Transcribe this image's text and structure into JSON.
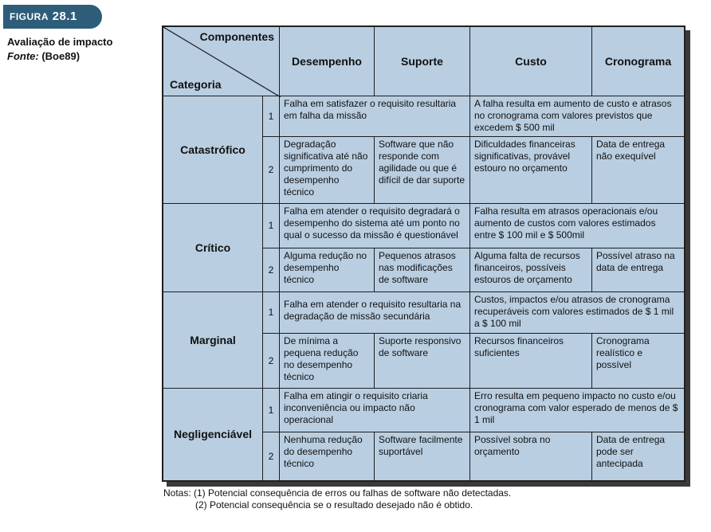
{
  "figure": {
    "badge_word": "Figura",
    "badge_number": "28.1",
    "title": "Avaliação de impacto",
    "source_label": "Fonte:",
    "source_value": "(Boe89)"
  },
  "table": {
    "corner_components": "Componentes",
    "corner_category": "Categoria",
    "columns": [
      "Desempenho",
      "Suporte",
      "Custo",
      "Cronograma"
    ],
    "categories": [
      {
        "name": "Catastrófico",
        "row1": {
          "num": "1",
          "perf_support": "Falha em satisfazer o requisito resultaria em falha da missão",
          "cost_schedule": "A falha resulta em aumento de custo e atrasos no cronograma com valores previstos que excedem $ 500 mil"
        },
        "row2": {
          "num": "2",
          "perf": "Degradação significativa até não cumprimento do desempenho técnico",
          "support": "Software que não responde com agilidade ou que é difícil de dar suporte",
          "cost": "Dificuldades financeiras significativas, provável estouro no orçamento",
          "schedule": "Data de entrega não exequível"
        }
      },
      {
        "name": "Crítico",
        "row1": {
          "num": "1",
          "perf_support": "Falha em atender o requisito degradará o desempenho do sistema até um ponto no qual o sucesso da missão é questionável",
          "cost_schedule": "Falha resulta em atrasos operacionais e/ou aumento de custos com valores estimados entre $ 100 mil e $ 500mil"
        },
        "row2": {
          "num": "2",
          "perf": "Alguma redução no desempenho técnico",
          "support": "Pequenos atrasos nas modificações de software",
          "cost": "Alguma falta de recursos financeiros, possíveis estouros de orçamento",
          "schedule": "Possível atraso na data de entrega"
        }
      },
      {
        "name": "Marginal",
        "row1": {
          "num": "1",
          "perf_support": "Falha em atender o requisito resultaria na degradação de missão secundária",
          "cost_schedule": "Custos, impactos e/ou atrasos de cronograma recuperáveis com valores estimados de $ 1 mil a $ 100 mil"
        },
        "row2": {
          "num": "2",
          "perf": "De mínima a pequena redução no desempenho técnico",
          "support": "Suporte responsivo de software",
          "cost": "Recursos financeiros suficientes",
          "schedule": "Cronograma realístico e possível"
        }
      },
      {
        "name": "Negligenciável",
        "row1": {
          "num": "1",
          "perf_support": "Falha em atingir o requisito criaria inconveniência ou impacto não operacional",
          "cost_schedule": "Erro resulta em pequeno impacto no custo e/ou cronograma com valor esperado de menos de $ 1 mil"
        },
        "row2": {
          "num": "2",
          "perf": "Nenhuma redução do desempenho técnico",
          "support": "Software facilmente suportável",
          "cost": "Possível sobra no orçamento",
          "schedule": "Data de entrega pode ser antecipada"
        }
      }
    ]
  },
  "notes": {
    "line1": "Notas: (1) Potencial consequência de erros ou falhas de software não detectadas.",
    "line2": "(2) Potencial consequência se o resultado desejado não é obtido."
  },
  "colors": {
    "badge": "#2e5d7a",
    "table_fill": "#b9cee1"
  }
}
